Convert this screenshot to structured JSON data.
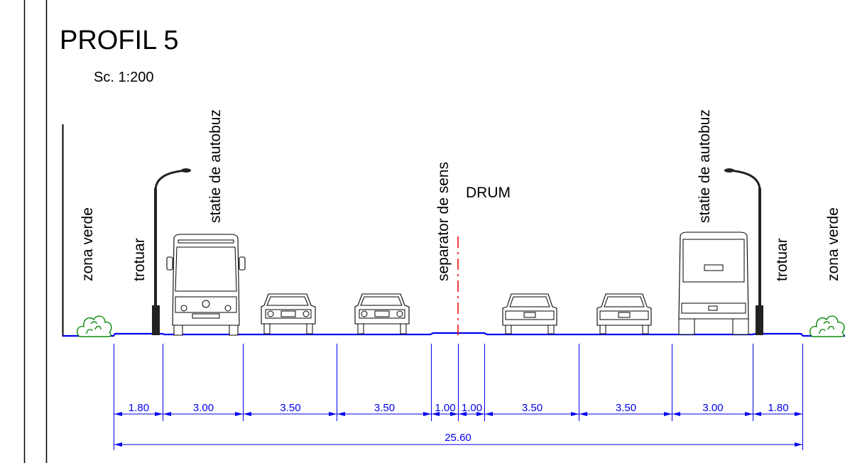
{
  "title": "PROFIL 5",
  "scale": "Sc. 1:200",
  "labels": {
    "zona_verde_left": "zona verde",
    "trotuar_left": "trotuar",
    "statie_left": "statie de autobuz",
    "separator": "separator de sens",
    "drum": "DRUM",
    "statie_right": "statie de autobuz",
    "trotuar_right": "trotuar",
    "zona_verde_right": "zona verde"
  },
  "dimensions": {
    "segments": [
      "1.80",
      "3.00",
      "3.50",
      "3.50",
      "1.00",
      "1.00",
      "3.50",
      "3.50",
      "3.00",
      "1.80"
    ],
    "total": "25.60"
  },
  "colors": {
    "dimension": "#0000ee",
    "ground": "#0000ee",
    "axis": "#ee0000",
    "vegetation": "#0a8a0a",
    "lines": "#000000"
  },
  "icons": [
    "shrub-icon",
    "street-lamp-icon",
    "bus-front-icon",
    "car-front-icon",
    "car-rear-icon",
    "bus-rear-icon"
  ]
}
